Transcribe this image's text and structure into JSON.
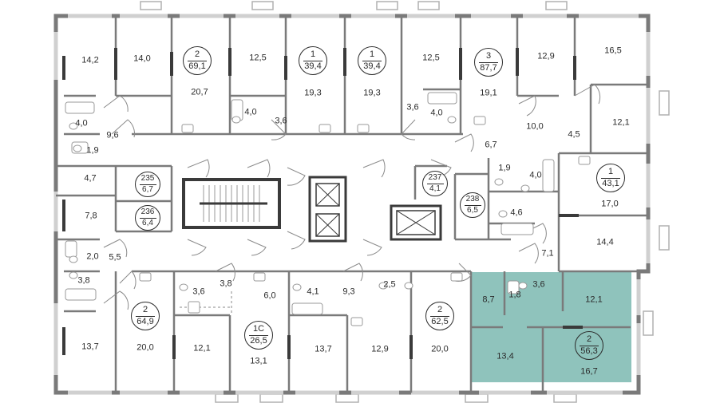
{
  "colors": {
    "wall": "#7a7a7a",
    "wall_dark": "#3a3a3a",
    "highlight": "#8fc3bc",
    "fixture": "#9a9a9a",
    "window": "#b5b5b5"
  },
  "apartments": [
    {
      "id": "apt-top-1",
      "rooms": "2",
      "area": "69,1"
    },
    {
      "id": "apt-top-2",
      "rooms": "1",
      "area": "39,4"
    },
    {
      "id": "apt-top-3",
      "rooms": "1",
      "area": "39,4"
    },
    {
      "id": "apt-top-4",
      "rooms": "3",
      "area": "87,7"
    },
    {
      "id": "apt-right-1",
      "rooms": "1",
      "area": "43,1"
    },
    {
      "id": "apt-bottom-1",
      "rooms": "2",
      "area": "64,9"
    },
    {
      "id": "apt-bottom-2",
      "rooms": "1С",
      "area": "26,5"
    },
    {
      "id": "apt-bottom-3",
      "rooms": "2",
      "area": "62,5"
    },
    {
      "id": "apt-selected",
      "rooms": "2",
      "area": "56,3",
      "highlighted": true
    }
  ],
  "storage": [
    {
      "id": "235",
      "area": "6,7"
    },
    {
      "id": "236",
      "area": "6,4"
    },
    {
      "id": "237",
      "area": "4,1"
    },
    {
      "id": "238",
      "area": "6,5"
    }
  ],
  "room_areas": [
    "14,2",
    "14,0",
    "20,7",
    "12,5",
    "19,3",
    "19,3",
    "12,5",
    "19,1",
    "12,9",
    "16,5",
    "4,0",
    "3,6",
    "3,6",
    "4,0",
    "10,0",
    "4,5",
    "12,1",
    "4,0",
    "9,6",
    "1,9",
    "4,7",
    "6,7",
    "1,9",
    "4,0",
    "17,0",
    "7,8",
    "4,6",
    "14,4",
    "2,0",
    "5,5",
    "7,1",
    "3,8",
    "3,6",
    "3,8",
    "4,1",
    "9,3",
    "2,5",
    "3,6",
    "6,0",
    "8,7",
    "1,8",
    "12,1",
    "13,7",
    "20,0",
    "12,1",
    "13,1",
    "13,7",
    "12,9",
    "20,0",
    "13,4",
    "16,7"
  ]
}
